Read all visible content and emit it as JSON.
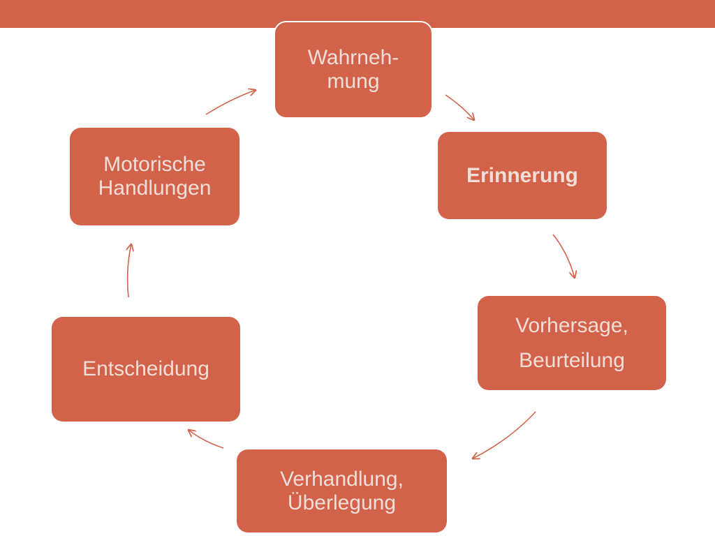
{
  "colors": {
    "bar": "#d2634a",
    "node": "#d2634a",
    "text": "#f2ded8",
    "arrow": "#d2634a"
  },
  "nodes": [
    {
      "id": "wahrnehmung",
      "lines": [
        "Wahrneh-",
        "mung"
      ]
    },
    {
      "id": "erinnerung",
      "lines": [
        "Erinnerung"
      ]
    },
    {
      "id": "vorhersage",
      "lines": [
        "Vorhersage,",
        "Beurteilung"
      ]
    },
    {
      "id": "verhandlung",
      "lines": [
        "Verhandlung,",
        "Überlegung"
      ]
    },
    {
      "id": "entscheidung",
      "lines": [
        "Entscheidung"
      ]
    },
    {
      "id": "motorische",
      "lines": [
        "Motorische",
        "Handlungen"
      ]
    }
  ]
}
